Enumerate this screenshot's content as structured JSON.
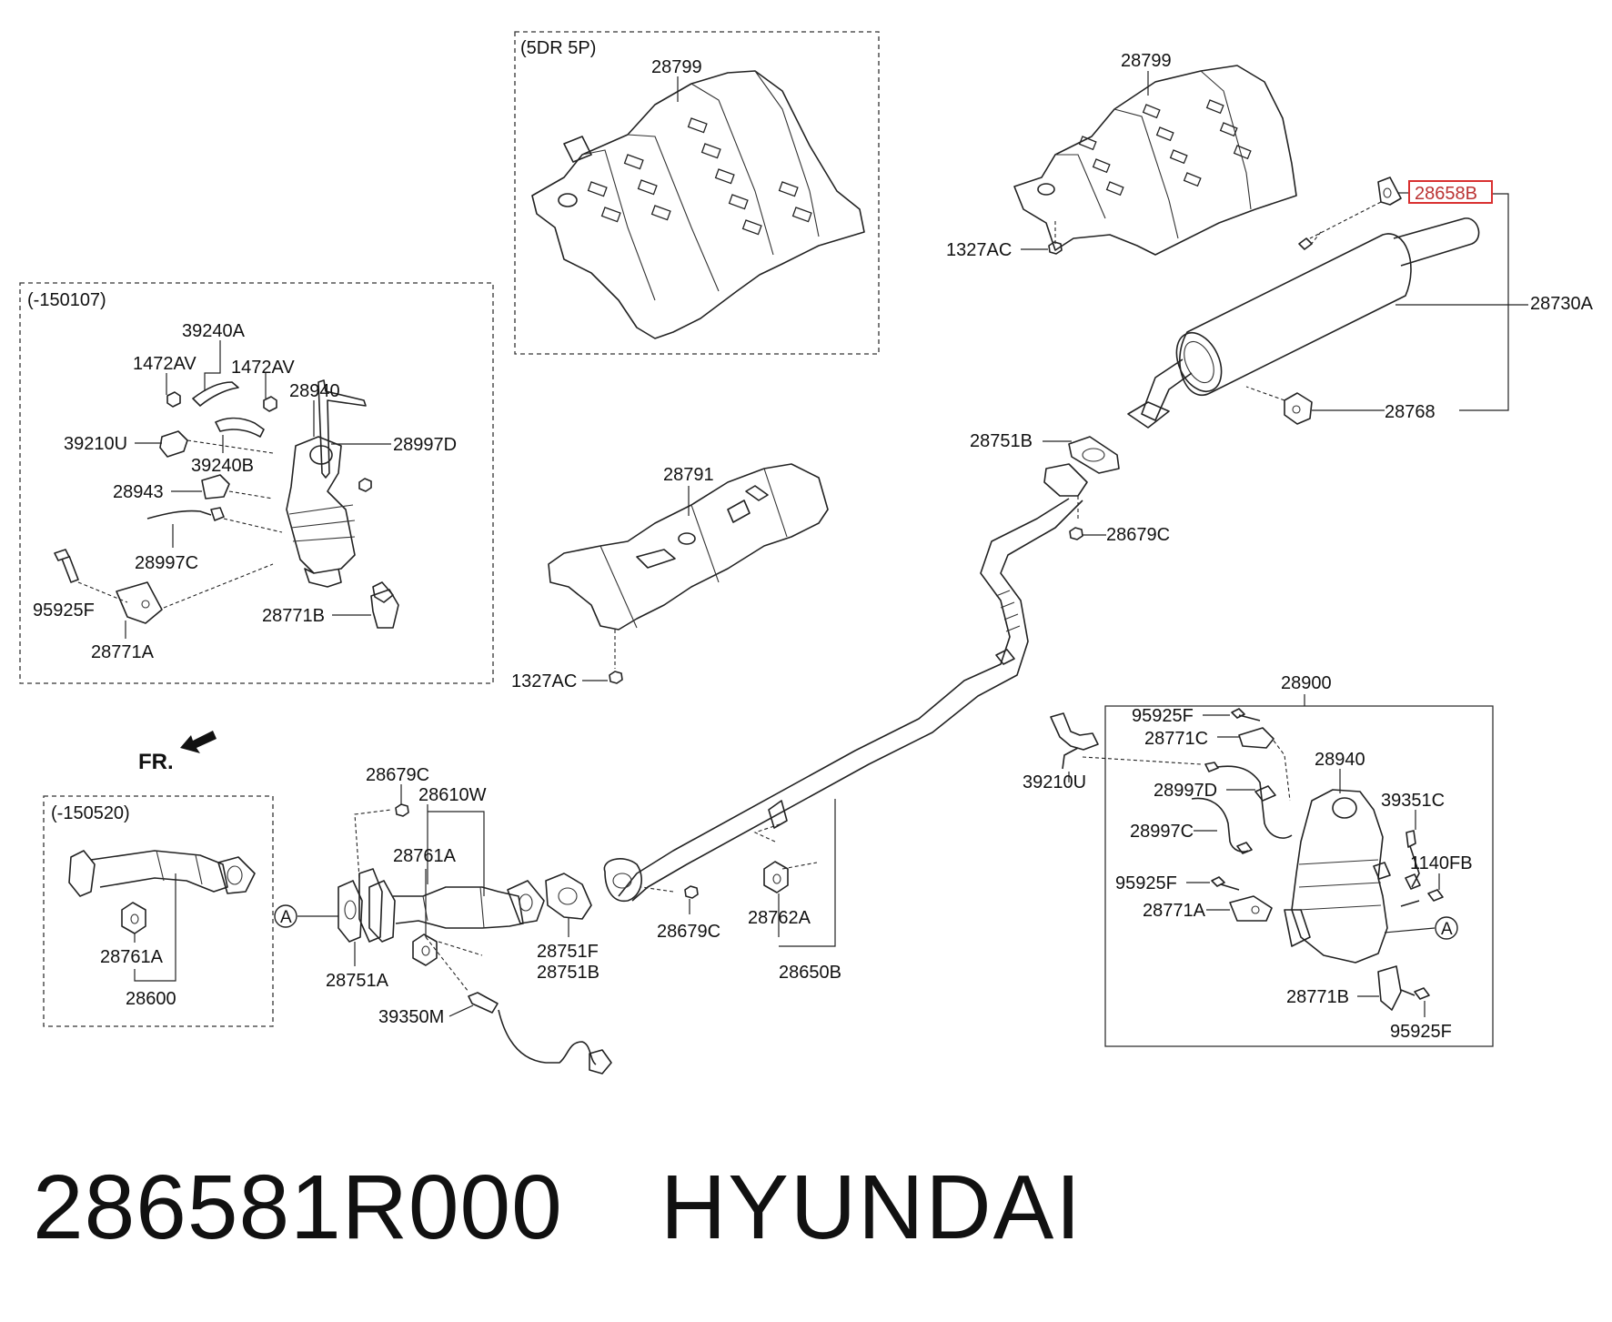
{
  "groups": {
    "heat_shield_5dr": "(5DR 5P)",
    "cat_early": "(-150107)",
    "front_pipe_early": "(-150520)"
  },
  "labels": {
    "p28799_a": "28799",
    "p28799_b": "28799",
    "p28658B": "28658B",
    "p1327AC_a": "1327AC",
    "p28730A": "28730A",
    "p28768": "28768",
    "p28751B_a": "28751B",
    "p28679C_a": "28679C",
    "p28791": "28791",
    "p1327AC_b": "1327AC",
    "p39240A": "39240A",
    "p1472AV_a": "1472AV",
    "p1472AV_b": "1472AV",
    "p28940_a": "28940",
    "p39210U_a": "39210U",
    "p39240B": "39240B",
    "p28997D_a": "28997D",
    "p28943": "28943",
    "p28997C_a": "28997C",
    "p95925F_a": "95925F",
    "p28771B_a": "28771B",
    "p28771A_a": "28771A",
    "fr": "FR.",
    "p28679C_b": "28679C",
    "p28610W": "28610W",
    "p28761A_a": "28761A",
    "p28761A_b": "28761A",
    "p28600": "28600",
    "p28751A": "28751A",
    "p39350M": "39350M",
    "p28751F": "28751F",
    "p28751B_b": "28751B",
    "p28679C_c": "28679C",
    "p28762A": "28762A",
    "p28650B": "28650B",
    "p28900": "28900",
    "p95925F_b": "95925F",
    "p28771C": "28771C",
    "p39210U_b": "39210U",
    "p28940_b": "28940",
    "p28997D_b": "28997D",
    "p39351C": "39351C",
    "p28997C_b": "28997C",
    "p1140FB": "1140FB",
    "p95925F_c": "95925F",
    "p28771A_b": "28771A",
    "p28771B_b": "28771B",
    "p95925F_d": "95925F",
    "marker_a": "A"
  },
  "footer": {
    "part_number": "286581R000",
    "brand": "HYUNDAI"
  },
  "colors": {
    "highlight": "#d93030"
  }
}
